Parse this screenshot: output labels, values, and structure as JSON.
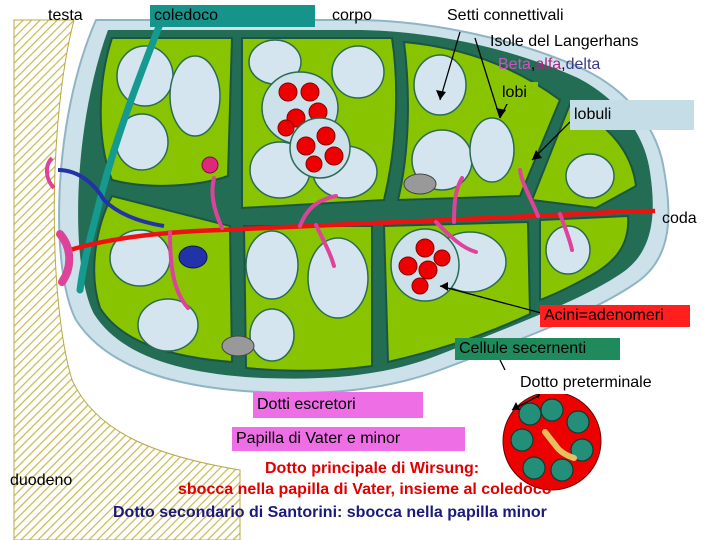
{
  "labels": {
    "testa": "testa",
    "coledoco": "coledoco",
    "corpo": "corpo",
    "setti": "Setti connettivali",
    "isole": "Isole del Langerhans",
    "isole_beta": "Beta",
    "isole_sep1": ",",
    "isole_alfa": "alfa",
    "isole_sep2": ",",
    "isole_delta": "delta",
    "lobi": "lobi",
    "lobuli": "lobuli",
    "coda": "coda",
    "acini": "Acini=adenomeri",
    "cellule": "Cellule secernenti",
    "dotto_preterminale": "Dotto preterminale",
    "dotti_escretori": "Dotti escretori",
    "papilla": "Papilla di Vater e minor",
    "duodeno": "duodeno",
    "wirsung_1": "Dotto principale di Wirsung:",
    "wirsung_2": "sbocca nella papilla di Vater, insieme al coledoco",
    "santorini": "Dotto secondario di Santorini: sbocca nella papilla minor"
  },
  "colors": {
    "lobe_fill": "#88c400",
    "stroma": "#236d55",
    "outer_capsule": "#cde1ea",
    "acinus": "#d5e5ef",
    "islet_ring": "#cde1ea",
    "islet_cell": "#ee0000",
    "duct_red": "#ee1111",
    "duct_pink": "#dd4499",
    "duct_navy": "#2233aa",
    "coledoco": "#149a8e",
    "duodeno_hatch": "#d6cc74",
    "box_lobuli": "#c5dde6",
    "box_acini": "#ff1f1f",
    "box_cellule": "#1f8a5c",
    "box_dotti": "#ee6ee6",
    "box_lobi": "#88c400",
    "box_coledoco": "#16938a"
  }
}
